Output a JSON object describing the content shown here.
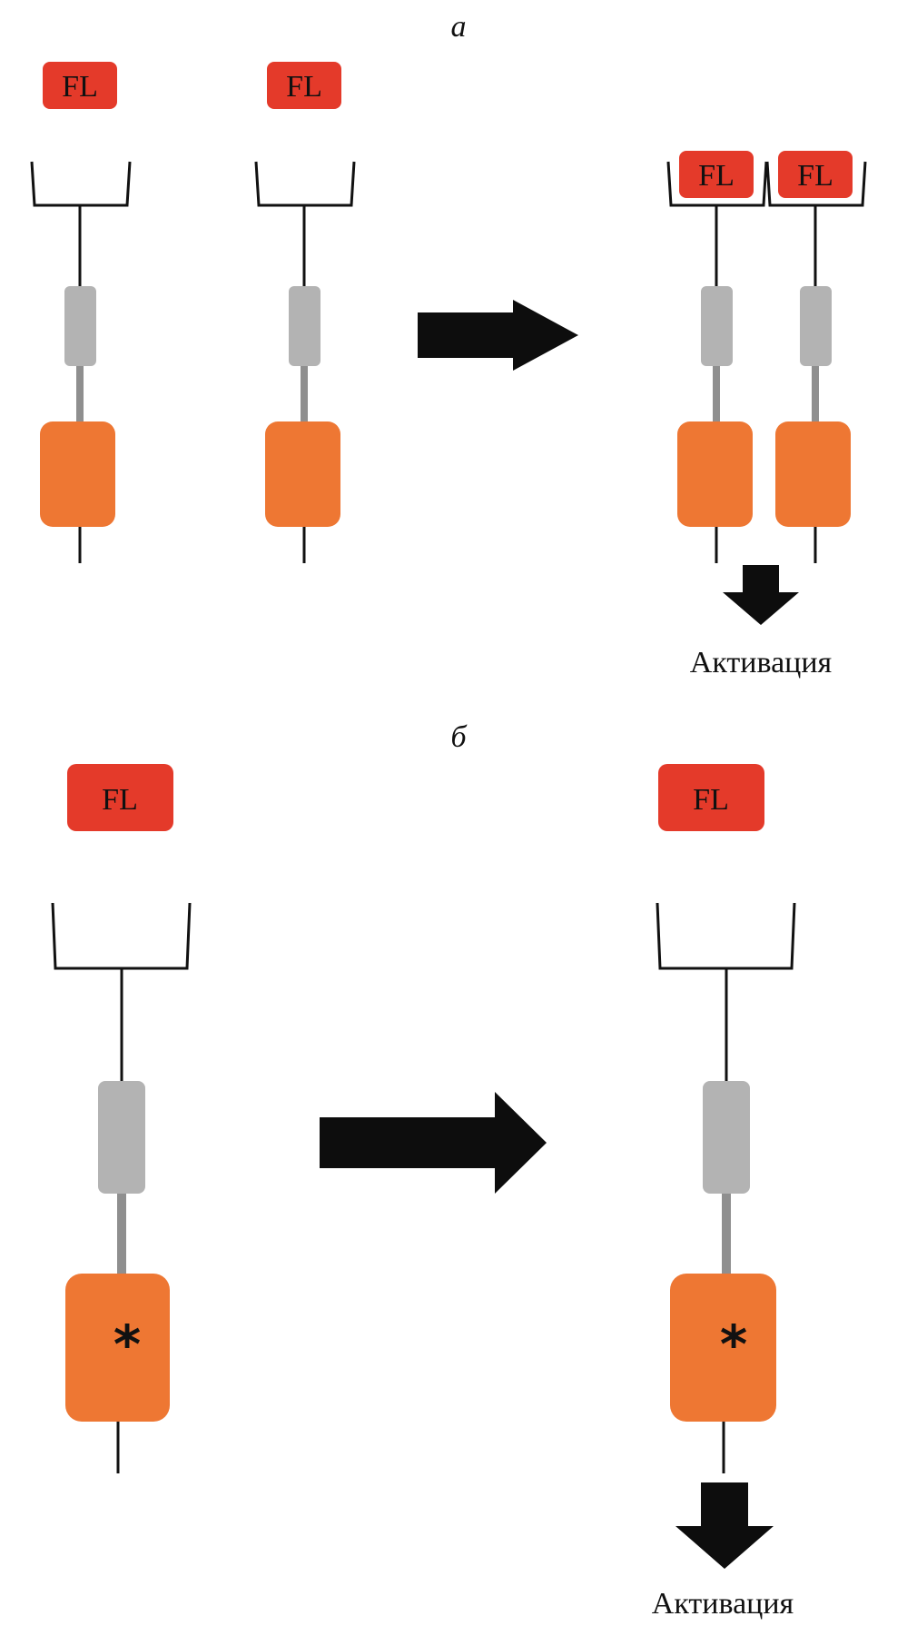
{
  "panels": {
    "a": {
      "label": "а"
    },
    "b": {
      "label": "б"
    }
  },
  "ligand_label": "FL",
  "result_label": "Активация",
  "mutation_mark": "*",
  "colors": {
    "ligand": "#e43a2a",
    "kinase": "#ee7733",
    "juxtamembrane": "#b3b3b3",
    "stem": "#111111",
    "arrow": "#0d0d0d"
  }
}
